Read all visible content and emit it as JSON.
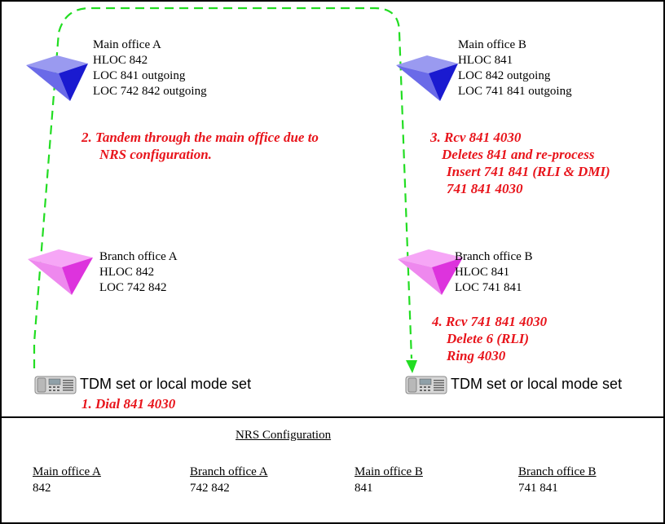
{
  "offices": {
    "main_a": {
      "title": "Main office A",
      "hloc": "HLOC 842",
      "loc1": "LOC 841 outgoing",
      "loc2": "LOC 742 842 outgoing"
    },
    "main_b": {
      "title": "Main office B",
      "hloc": "HLOC 841",
      "loc1": "LOC 842 outgoing",
      "loc2": "LOC 741 841 outgoing"
    },
    "branch_a": {
      "title": "Branch office A",
      "hloc": "HLOC 842",
      "loc1": "LOC 742 842"
    },
    "branch_b": {
      "title": "Branch office B",
      "hloc": "HLOC 841",
      "loc1": "LOC 741 841"
    }
  },
  "steps": {
    "step1": "1. Dial 841 4030",
    "step2_line1": "2. Tandem through the main office due to",
    "step2_line2": "NRS configuration.",
    "step3_line1": "3. Rcv 841 4030",
    "step3_line2": "Deletes 841 and re-process",
    "step3_line3": "Insert 741 841 (RLI & DMI)",
    "step3_line4": "741 841 4030",
    "step4_line1": "4. Rcv 741 841 4030",
    "step4_line2": "Delete 6 (RLI)",
    "step4_line3": "Ring 4030"
  },
  "sets": {
    "left_label": "TDM set or local mode set",
    "right_label": "TDM set or local mode set"
  },
  "nrs": {
    "title": "NRS Configuration",
    "columns": [
      {
        "header": "Main office A",
        "value": "842"
      },
      {
        "header": "Branch office A",
        "value": "742 842"
      },
      {
        "header": "Main office B",
        "value": "841"
      },
      {
        "header": "Branch office B",
        "value": "741 841"
      }
    ]
  },
  "colors": {
    "main_office_pyramid": "#3333dd",
    "branch_office_pyramid": "#ee55ee",
    "path_line": "#22dd22",
    "step_text": "#e8141b"
  },
  "icons": {
    "main_office": "blue-pyramid-icon",
    "branch_office": "magenta-pyramid-icon",
    "telephone": "telephone-set-icon"
  }
}
